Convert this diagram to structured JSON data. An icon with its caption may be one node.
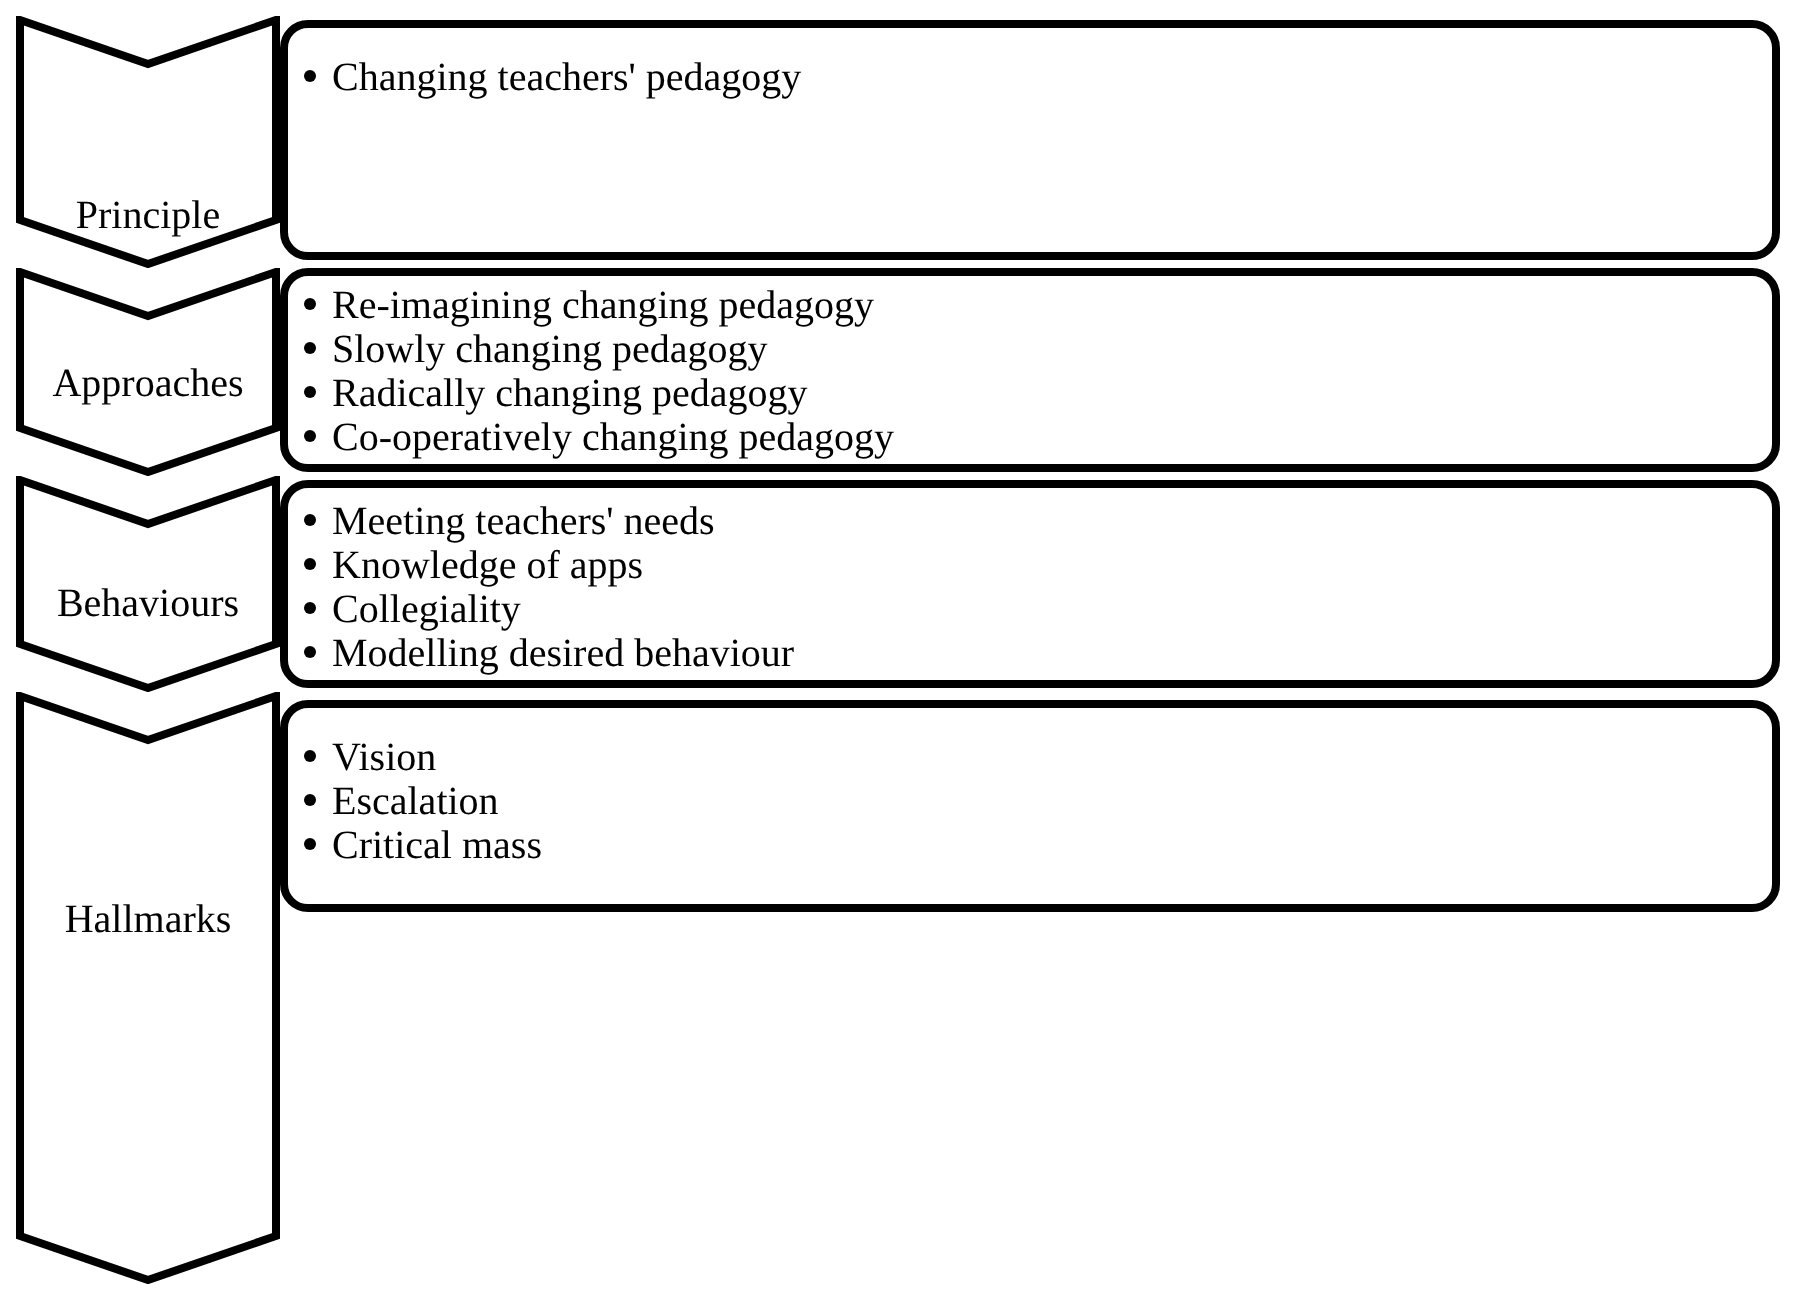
{
  "diagram": {
    "nodes": [
      {
        "text": [
          "Principle"
        ]
      },
      {
        "text": [
          "Changing teachers' pedagogy"
        ]
      },
      {
        "text": [
          "Approaches"
        ]
      },
      {
        "text": [
          "Re-imagining changing pedagogy",
          "Slowly changing pedagogy",
          "Radically changing pedagogy",
          "Co-operatively changing pedagogy"
        ]
      },
      {
        "text": [
          "Behaviours"
        ]
      },
      {
        "text": [
          "Meeting teachers' needs",
          "Knowledge of apps",
          "Collegiality",
          "Modelling desired behaviour"
        ]
      },
      {
        "text": [
          "Hallmarks"
        ]
      },
      {
        "text": [
          "Vision",
          "Escalation",
          "Critical mass"
        ]
      }
    ]
  }
}
